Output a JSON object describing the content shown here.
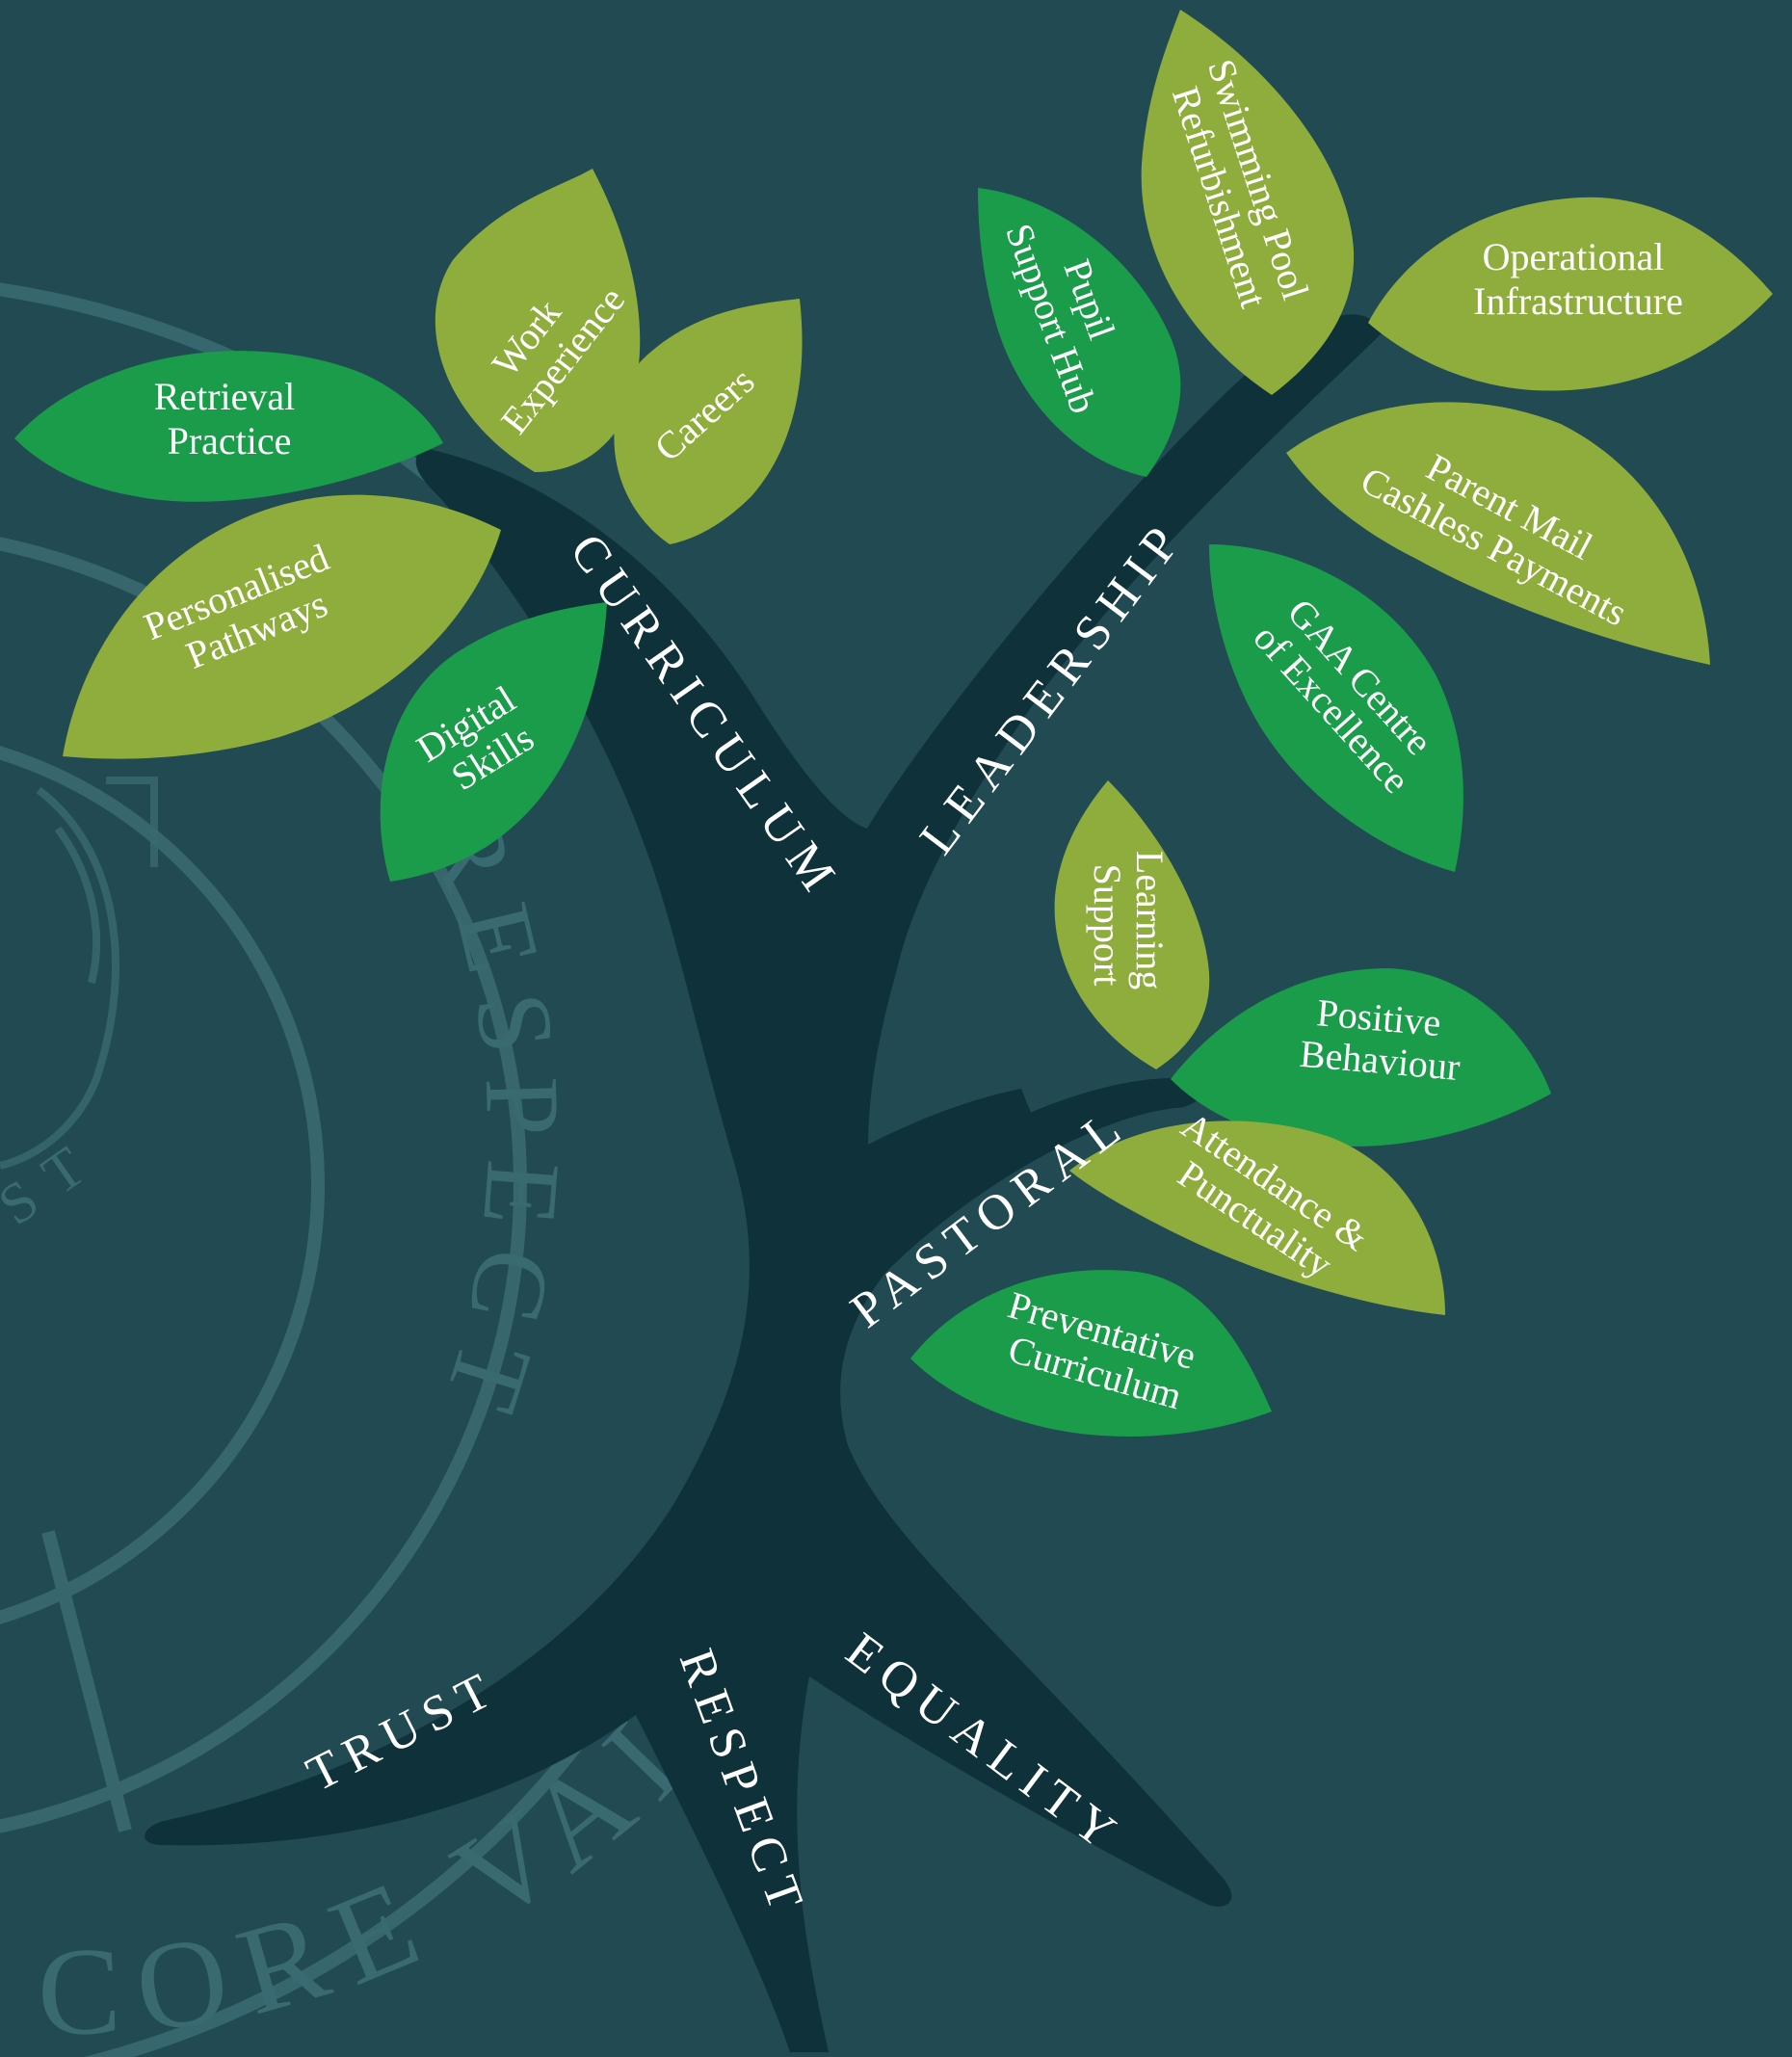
{
  "colors": {
    "background": "#214a52",
    "trunk": "#0e313a",
    "leaf_dark": "#1b9c4a",
    "leaf_light": "#8fad3c",
    "watermark": "#3a6a71",
    "text": "#ffffff"
  },
  "watermark": {
    "arc_word": "RESPECT",
    "bottom_text": "CORE VAL",
    "crest_text": "ST"
  },
  "branches": {
    "curriculum": "CURRICULUM",
    "leadership": "LEADERSHIP",
    "pastoral": "PASTORAL",
    "trust": "TRUST",
    "respect": "RESPECT",
    "equality": "EQUALITY"
  },
  "leaves": {
    "retrieval_practice": [
      "Retrieval",
      "Practice"
    ],
    "personalised_pathways": [
      "Personalised",
      "Pathways"
    ],
    "work_experience": [
      "Work",
      "Experience"
    ],
    "careers": [
      "Careers"
    ],
    "digital_skills": [
      "Digital",
      "Skills"
    ],
    "pupil_support_hub": [
      "Pupil",
      "Support Hub"
    ],
    "swimming_pool": [
      "Swimming Pool",
      "Refurbishment"
    ],
    "operational_infrastructure": [
      "Operational",
      "Infrastructure"
    ],
    "parent_mail": [
      "Parent Mail",
      "Cashless Payments"
    ],
    "gaa_centre": [
      "GAA Centre",
      "of Excellence"
    ],
    "learning_support": [
      "Learning",
      "Support"
    ],
    "positive_behaviour": [
      "Positive",
      "Behaviour"
    ],
    "attendance_punctuality": [
      "Attendance &",
      "Punctuality"
    ],
    "preventative_curriculum": [
      "Preventative",
      "Curriculum"
    ]
  }
}
